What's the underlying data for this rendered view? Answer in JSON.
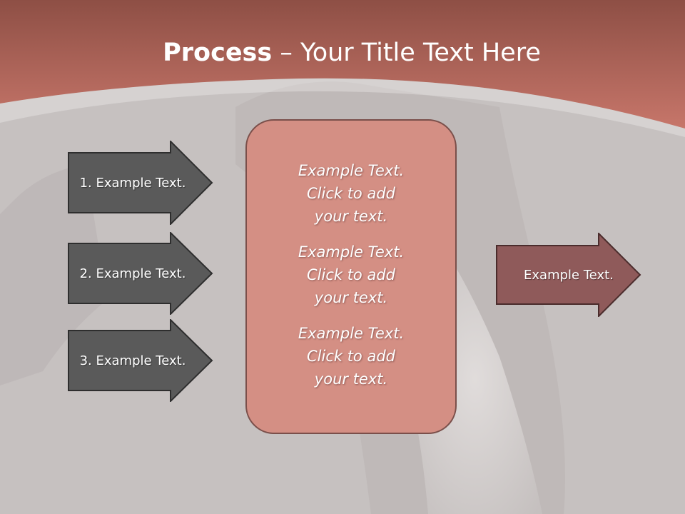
{
  "slide": {
    "title_bold": "Process",
    "title_rest": " – Your Title Text Here"
  },
  "left_arrows": [
    {
      "label": "1. Example Text."
    },
    {
      "label": "2. Example Text."
    },
    {
      "label": "3. Example Text."
    }
  ],
  "center_box": {
    "items": [
      {
        "text": "Example Text.\nClick  to add\nyour text."
      },
      {
        "text": "Example Text.\nClick  to add\nyour text."
      },
      {
        "text": "Example Text.\nClick  to add\nyour text."
      }
    ]
  },
  "right_arrow": {
    "label": "Example Text."
  },
  "colors": {
    "header": "#b86a5c",
    "background": "#c6c1c0",
    "left_arrow_fill": "#5a5a5a",
    "center_box_fill": "#d48f84",
    "right_arrow_fill": "#8f5a5a"
  }
}
